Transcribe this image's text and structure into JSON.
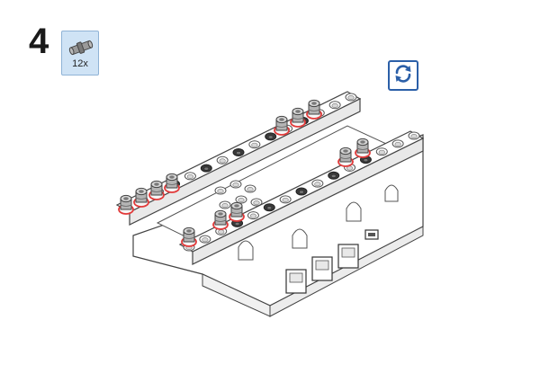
{
  "step": {
    "number": "4"
  },
  "parts_callout": {
    "quantity": "12x",
    "part_icon": "connector-peg-icon",
    "background_color": "#cfe3f5"
  },
  "rotate_button": {
    "icon": "rotate-icon",
    "color": "#2b5fa8"
  },
  "model": {
    "highlight_color": "#e23b3b",
    "new_pegs": 12
  }
}
